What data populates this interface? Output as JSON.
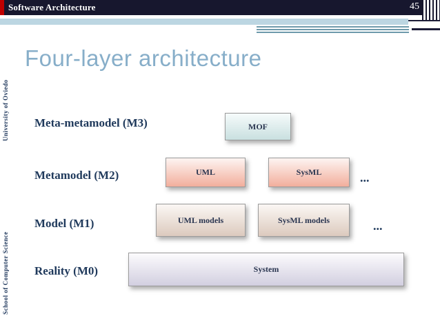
{
  "header": {
    "title": "Software Architecture",
    "page": "45"
  },
  "sidebar": {
    "top": "University of Oviedo",
    "bottom": "School of Computer Science"
  },
  "slide": {
    "title": "Four-layer architecture"
  },
  "diagram": {
    "m3": {
      "label": "Meta-metamodel (M3)",
      "box": "MOF"
    },
    "m2": {
      "label": "Metamodel (M2)",
      "box1": "UML",
      "box2": "SysML",
      "ellipsis": "..."
    },
    "m1": {
      "label": "Model (M1)",
      "box1": "UML models",
      "box2": "SysML models",
      "ellipsis": "..."
    },
    "m0": {
      "label": "Reality (M0)",
      "box": "System"
    }
  },
  "colors": {
    "header_bg": "#17172e",
    "accent_red": "#c00000",
    "band_blue": "#bcd6e2",
    "teal_stripe": "#6e9aab",
    "title_blue": "#87aec9",
    "label_navy": "#203a5c",
    "box_mof_tint": "#c9e0e0",
    "box_metamodel_tint": "#f2ae9c",
    "box_model_tint": "#dccabe",
    "box_system_tint": "#d2cfe0"
  }
}
